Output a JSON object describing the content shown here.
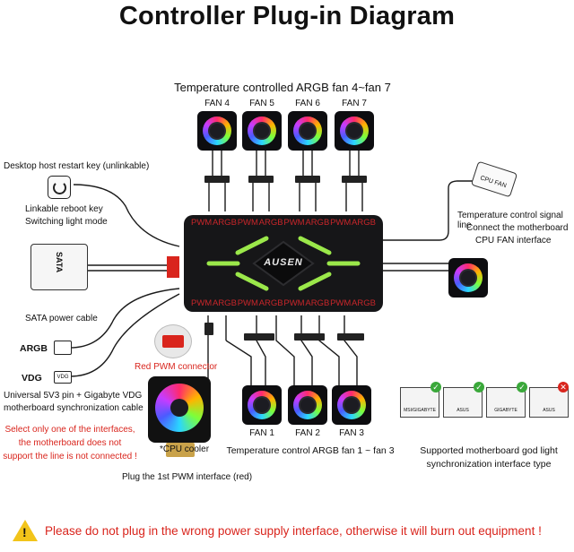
{
  "title": "Controller Plug-in Diagram",
  "top_group_label": "Temperature controlled ARGB fan 4~fan 7",
  "top_fans": [
    "FAN 4",
    "FAN 5",
    "FAN 6",
    "FAN 7"
  ],
  "bottom_fans": [
    "FAN 1",
    "FAN 2",
    "FAN 3"
  ],
  "bottom_group_label": "Temperature control ARGB fan 1 ~ fan 3",
  "hub_logo": "AUSEN",
  "hub_top_ports": [
    "PWM",
    "ARGB",
    "PWM",
    "ARGB",
    "PWM",
    "ARGB",
    "PWM",
    "ARGB"
  ],
  "hub_bottom_ports": [
    "PWM",
    "ARGB",
    "PWM",
    "ARGB",
    "PWM",
    "ARGB",
    "PWM",
    "ARGB"
  ],
  "left": {
    "restart_key": "Desktop host restart key (unlinkable)",
    "reboot_key_1": "Linkable reboot key",
    "reboot_key_2": "Switching light mode",
    "sata_plug": "SATA",
    "sata_cable": "SATA power cable",
    "argb": "ARGB",
    "vdg": "VDG",
    "vdg_tag": "VDG",
    "universal_1": "Universal 5V3 pin + Gigabyte VDG",
    "universal_2": "motherboard synchronization cable",
    "warn_1": "Select only one of the interfaces,",
    "warn_2": "the motherboard does not",
    "warn_3": "support the line is not connected !"
  },
  "red_pwm_connector": "Red PWM connector",
  "cpu_cooler": "*CPU cooler",
  "first_pwm": "Plug the 1st PWM interface (red)",
  "right": {
    "cpu_fan_tag": "CPU FAN",
    "temp_1": "Temperature control signal line",
    "temp_2": "Connect the motherboard",
    "temp_3": "CPU FAN interface"
  },
  "motherboards": [
    {
      "name": "MSI/GIGABYTE",
      "ok": true
    },
    {
      "name": "ASUS",
      "ok": true
    },
    {
      "name": "GIGABYTE",
      "ok": true
    },
    {
      "name": "ASUS",
      "ok": false
    }
  ],
  "mb_caption_1": "Supported motherboard god light",
  "mb_caption_2": "synchronization interface type",
  "warning_bottom": "Please do not plug in the wrong power supply interface, otherwise it will burn out equipment !",
  "colors": {
    "accent_red": "#d9251d",
    "ok_green": "#3aa83a",
    "hub_glow": "#9be84a"
  }
}
